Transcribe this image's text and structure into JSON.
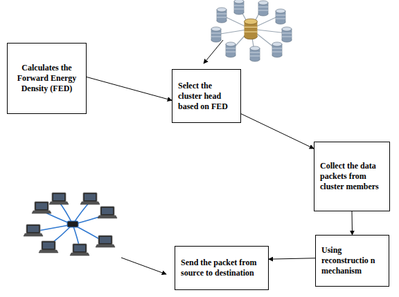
{
  "diagram": {
    "nodes": [
      {
        "text": [
          "Calculates the Forward Energy Density (FED)"
        ]
      },
      {
        "text": [
          "Select the cluster head based on FED"
        ]
      },
      {
        "text": [
          "Collect the data packets from cluster members"
        ]
      },
      {
        "text": [
          "Using reconstructio n mechanism"
        ]
      },
      {
        "text": [
          "Send the packet from source to destination"
        ]
      }
    ],
    "edges": [
      {
        "from": 0,
        "to": 1,
        "arrow": "to"
      },
      {
        "from": 1,
        "to": 2,
        "arrow": "to"
      },
      {
        "from": 2,
        "to": 3,
        "arrow": "to"
      },
      {
        "from": 3,
        "to": 4,
        "arrow": "to"
      }
    ]
  }
}
